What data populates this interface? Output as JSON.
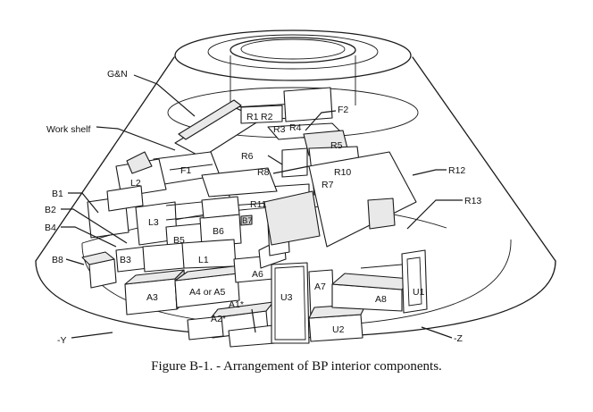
{
  "figure": {
    "caption": "Figure B-1. - Arrangement of BP interior components.",
    "labels": {
      "gn": "G&N",
      "work_shelf": "Work shelf",
      "r1": "R1",
      "r2": "R2",
      "r3": "R3",
      "r4": "R4",
      "r5": "R5",
      "r6": "R6",
      "r7": "R7",
      "r8": "R8",
      "r10": "R10",
      "r11": "R11",
      "r12": "R12",
      "r13": "R13",
      "f1": "F1",
      "f2": "F2",
      "l1": "L1",
      "l2": "L2",
      "l3": "L3",
      "b1": "B1",
      "b2": "B2",
      "b3": "B3",
      "b4": "B4",
      "b5": "B5",
      "b6": "B6",
      "b7": "B7",
      "b8": "B8",
      "a1": "A1*",
      "a2": "A2*",
      "a3": "A3",
      "a4a5": "A4 or A5",
      "a6": "A6",
      "a7": "A7",
      "a8": "A8",
      "u1": "U1",
      "u2": "U2",
      "u3": "U3",
      "axis_y": "-Y",
      "axis_z": "-Z"
    }
  }
}
